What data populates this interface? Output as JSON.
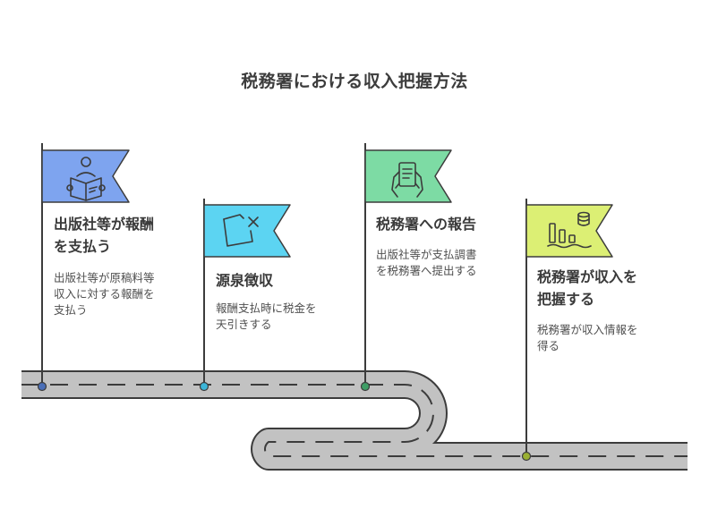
{
  "title": "税務署における収入把握方法",
  "colors": {
    "road_fill": "#c2c2c2",
    "road_edge": "#3c3c3c",
    "pole": "#3c3c3c",
    "flag_1": "#7ea4ef",
    "flag_2": "#5cd4f2",
    "flag_3": "#7ddba4",
    "flag_4": "#dcef74",
    "dot_1": "#4b6fb8",
    "dot_2": "#3bb5d8",
    "dot_3": "#3f9e66",
    "dot_4": "#9ab032"
  },
  "steps": [
    {
      "title_line1": "出版社等が報酬",
      "title_line2": "を支払う",
      "desc_line1": "出版社等が原稿料等",
      "desc_line2": "収入に対する報酬を",
      "desc_line3": "支払う",
      "icon": "reading-person-icon"
    },
    {
      "title_line1": "源泉徴収",
      "desc_line1": "報酬支払時に税金を",
      "desc_line2": "天引きする",
      "icon": "tilted-box-x-icon"
    },
    {
      "title_line1": "税務署への報告",
      "desc_line1": "出版社等が支払調書",
      "desc_line2": "を税務署へ提出する",
      "icon": "hands-document-icon"
    },
    {
      "title_line1": "税務署が収入を",
      "title_line2": "把握する",
      "desc_line1": "税務署が収入情報を",
      "desc_line2": "得る",
      "icon": "bar-chart-coins-icon"
    }
  ]
}
